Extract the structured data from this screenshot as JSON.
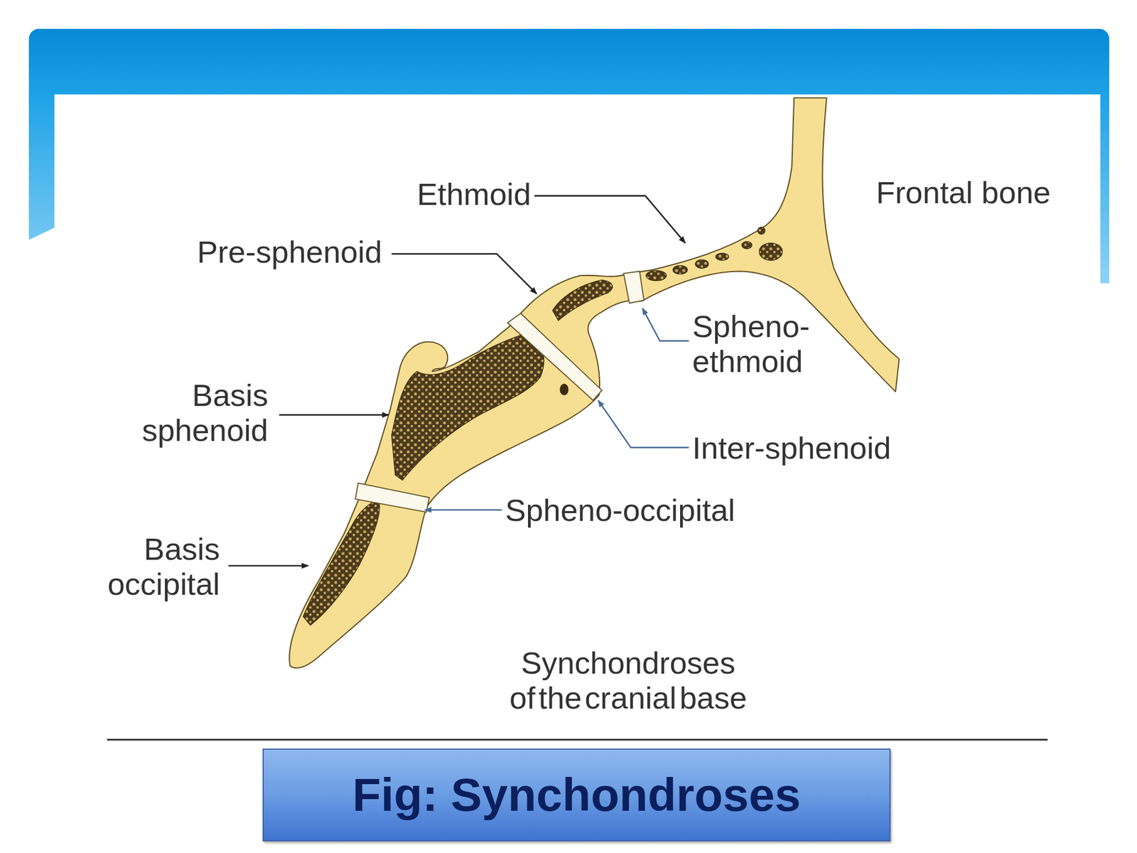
{
  "diagram": {
    "caption": "Fig: Synchondroses",
    "labels": [
      "Ethmoid",
      "Frontal bone",
      "Pre-sphenoid",
      "Spheno- ethmoid",
      "Basis sphenoid",
      "Inter-sphenoid",
      "Spheno-occipital",
      "Basis occipital",
      "Synchondroses of the cranial base"
    ]
  }
}
